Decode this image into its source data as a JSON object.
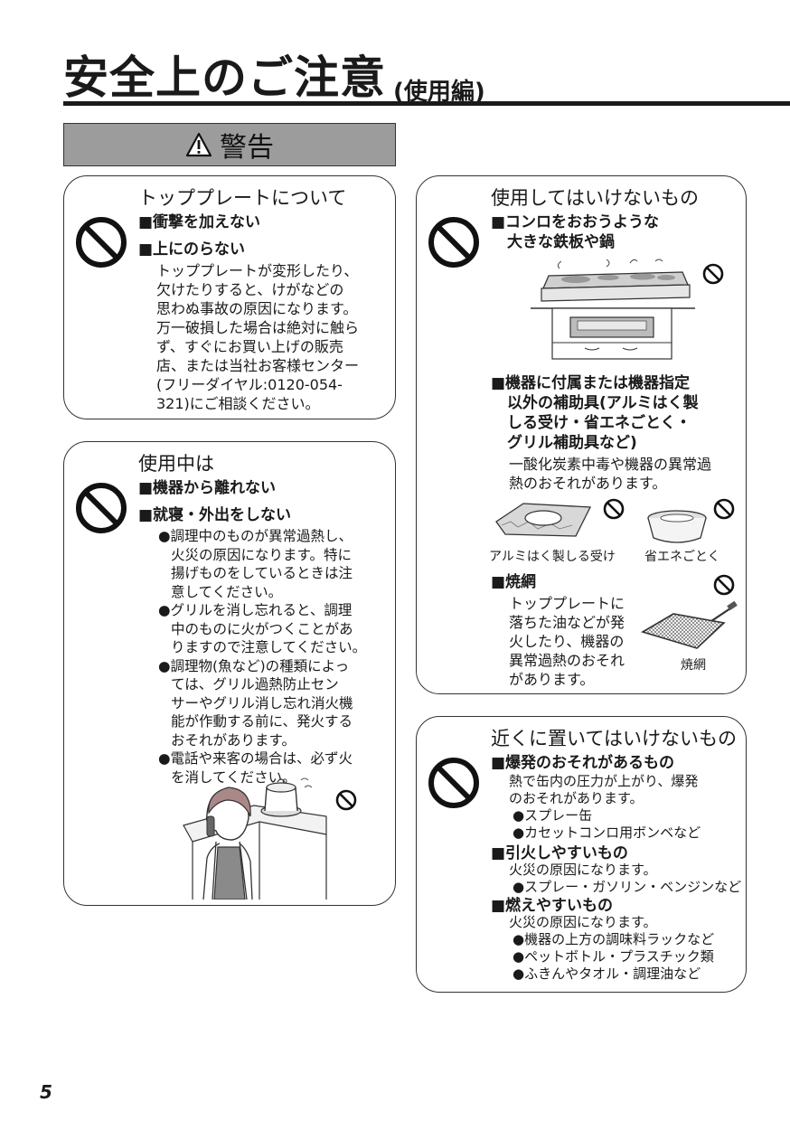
{
  "title": {
    "main": "安全上のご注意",
    "sub": "(使用編)"
  },
  "banner": {
    "label": "警告"
  },
  "top_plate": {
    "heading": "トッププレートについて",
    "items": [
      "■衝撃を加えない",
      "■上にのらない"
    ],
    "body": [
      "トッププレートが変形したり、",
      "欠けたりすると、けがなどの",
      "思わぬ事故の原因になります。",
      "万一破損した場合は絶対に触ら",
      "ず、すぐにお買い上げの販売",
      "店、または当社お客様センター",
      "(フリーダイヤル:0120-054-",
      "321)にご相談ください。"
    ]
  },
  "in_use": {
    "heading": "使用中は",
    "items": [
      "■機器から離れない",
      "■就寝・外出をしない"
    ],
    "bullets": [
      [
        "●調理中のものが異常過熱し、",
        "火災の原因になります。特に",
        "揚げものをしているときは注",
        "意してください。"
      ],
      [
        "●グリルを消し忘れると、調理",
        "中のものに火がつくことがあ",
        "りますので注意してください。"
      ],
      [
        "●調理物(魚など)の種類によっ",
        "ては、グリル過熱防止セン",
        "サーやグリル消し忘れ消火機",
        "能が作動する前に、発火する",
        "おそれがあります。"
      ],
      [
        "●電話や来客の場合は、必ず火",
        "を消してください。"
      ]
    ]
  },
  "not_use": {
    "heading": "使用してはいけないもの",
    "item1": [
      "■コンロをおおうような",
      "大きな鉄板や鍋"
    ],
    "item2": [
      "■機器に付属または機器指定",
      "以外の補助具(アルミはく製",
      "しる受け・省エネごとく・",
      "グリル補助具など)"
    ],
    "item2_body": [
      "一酸化炭素中毒や機器の異常過",
      "熱のおそれがあります。"
    ],
    "captions": [
      "アルミはく製しる受け",
      "省エネごとく"
    ],
    "item3": "■焼網",
    "item3_body": [
      "トッププレートに",
      "落ちた油などが発",
      "火したり、機器の",
      "異常過熱のおそれ",
      "があります。"
    ],
    "item3_caption": "焼網"
  },
  "near": {
    "heading": "近くに置いてはいけないもの",
    "groups": [
      {
        "title": "■爆発のおそれがあるもの",
        "body": [
          "熱で缶内の圧力が上がり、爆発",
          "のおそれがあります。"
        ],
        "bullets": [
          "●スプレー缶",
          "●カセットコンロ用ボンベなど"
        ]
      },
      {
        "title": "■引火しやすいもの",
        "body": [
          "火災の原因になります。"
        ],
        "bullets": [
          "●スプレー・ガソリン・ベンジンなど"
        ]
      },
      {
        "title": "■燃えやすいもの",
        "body": [
          "火災の原因になります。"
        ],
        "bullets": [
          "●機器の上方の調味料ラックなど",
          "●ペットボトル・プラスチック類",
          "●ふきんやタオル・調理油など"
        ]
      }
    ]
  },
  "page_number": "5",
  "colors": {
    "banner_bg": "#9c9c9c",
    "ink": "#1a1a1a"
  }
}
